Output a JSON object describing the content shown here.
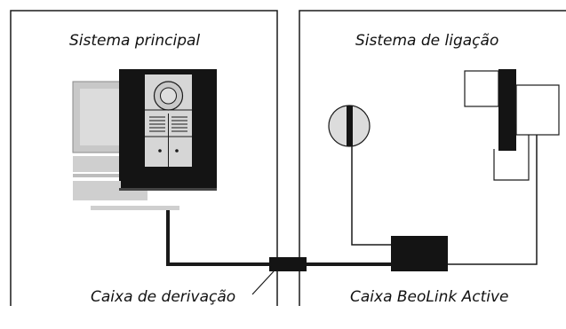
{
  "panels": {
    "left_title": "Sistema principal",
    "right_title": "Sistema de ligação"
  },
  "labels": {
    "junction_box": "Caixa de derivação",
    "beolink_box": "Caixa BeoLink Active"
  },
  "colors": {
    "line": "#1a1a1a",
    "fill_dark": "#141414",
    "fill_gray": "#c8c8c8",
    "fill_light_gray": "#dcdcdc"
  }
}
